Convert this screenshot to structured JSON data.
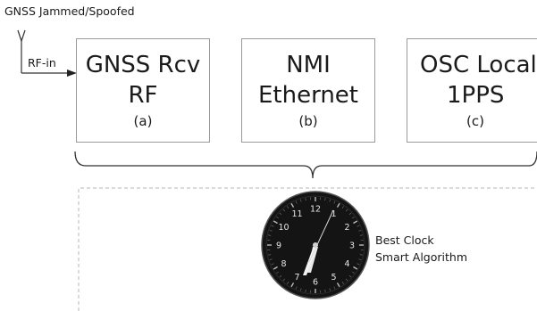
{
  "antenna": {
    "label": "GNSS Jammed/Spoofed",
    "icon": "antenna-icon"
  },
  "link": {
    "label": "RF-in"
  },
  "boxes": [
    {
      "line1": "GNSS Rcv",
      "line2": "RF",
      "tag": "(a)"
    },
    {
      "line1": "NMI",
      "line2": "Ethernet",
      "tag": "(b)"
    },
    {
      "line1": "OSC Local",
      "line2": "1PPS",
      "tag": "(c)"
    }
  ],
  "clock": {
    "icon": "clock-icon",
    "numbers": [
      "12",
      "1",
      "2",
      "3",
      "4",
      "5",
      "6",
      "7",
      "8",
      "9",
      "10",
      "11"
    ],
    "caption_line1": "Best Clock",
    "caption_line2": "Smart Algorithm"
  },
  "colors": {
    "border": "#9a9a9a",
    "dashed": "#b5b5b5",
    "clock_face": "#141414",
    "text": "#1a1a1a"
  }
}
